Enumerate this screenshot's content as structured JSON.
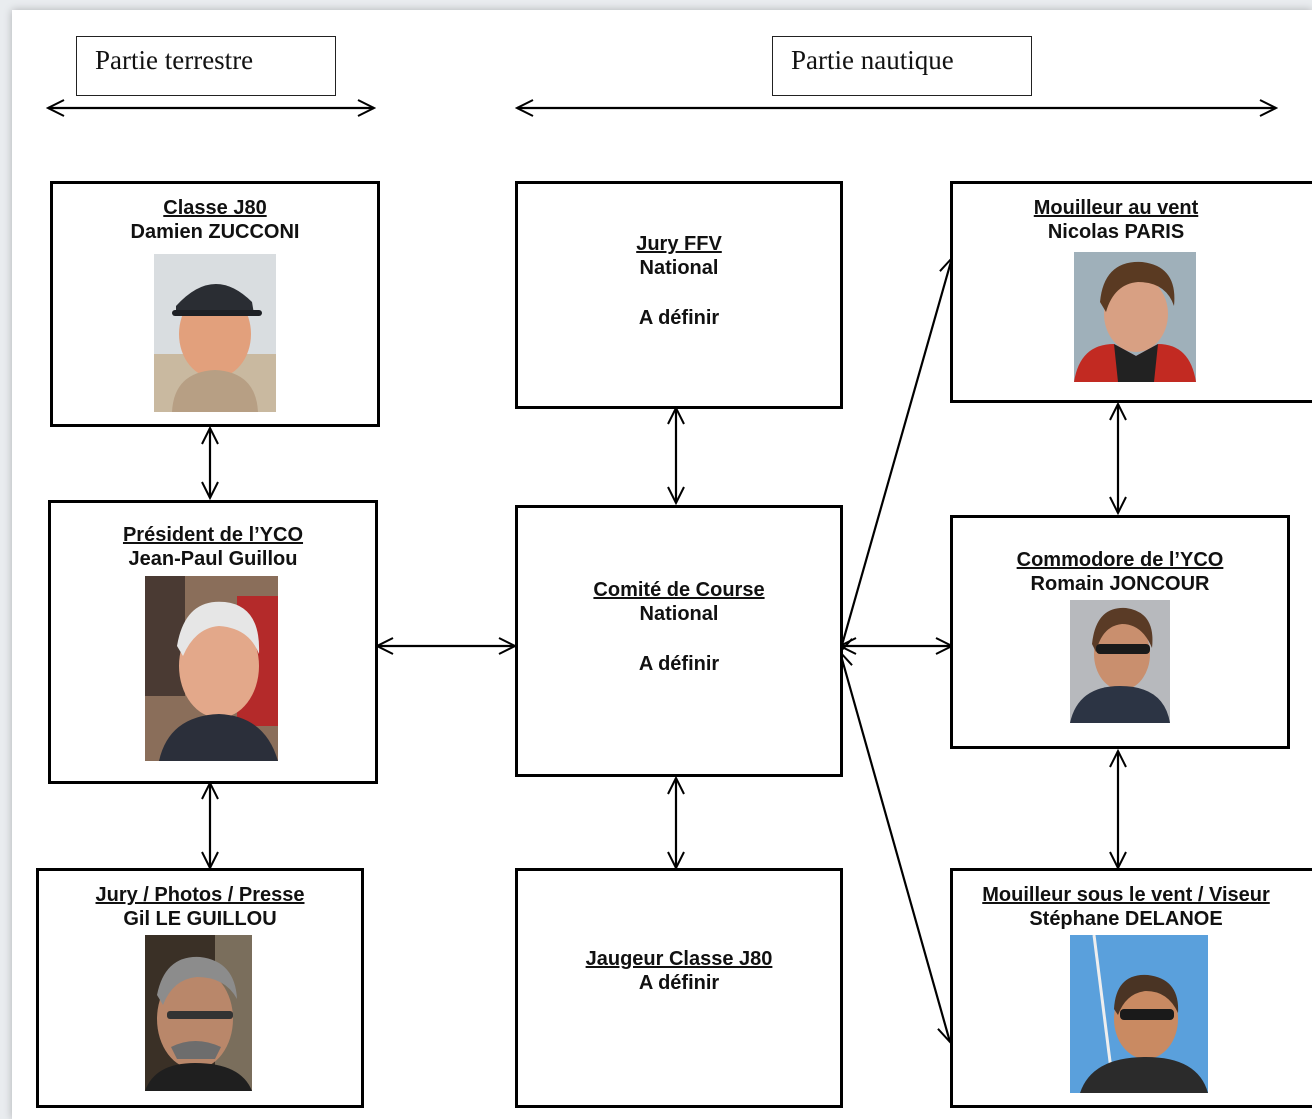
{
  "sections": {
    "land": "Partie terrestre",
    "sea": "Partie nautique"
  },
  "nodes": {
    "classe_j80": {
      "role": "Classe J80",
      "name": "Damien ZUCCONI"
    },
    "president": {
      "role": "Président de l’YCO",
      "name": "Jean-Paul Guillou"
    },
    "jury_photos": {
      "role": "Jury / Photos / Presse",
      "name": "Gil LE GUILLOU"
    },
    "jury_ffv": {
      "role": "Jury FFV",
      "name": "National",
      "note": "A définir"
    },
    "comite": {
      "role": "Comité de Course",
      "name": "National",
      "note": "A définir"
    },
    "jaugeur": {
      "role": "Jaugeur Classe J80",
      "name": "A définir"
    },
    "mouilleur_vent": {
      "role": "Mouilleur au vent",
      "name": "Nicolas PARIS"
    },
    "commodore": {
      "role": "Commodore de l’YCO",
      "name": "Romain JONCOUR"
    },
    "mouilleur_sous_vent": {
      "role": "Mouilleur sous le vent / Viseur",
      "name": "Stéphane DELANOE"
    }
  }
}
